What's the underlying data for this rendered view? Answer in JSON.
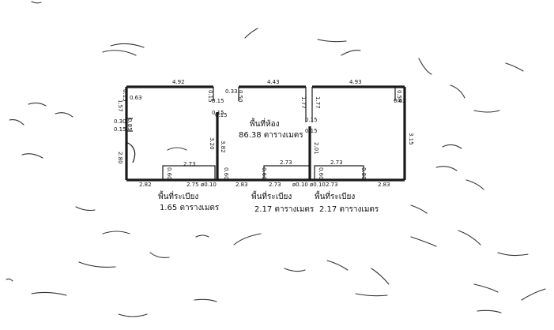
{
  "room": {
    "label_line1": "พื้นที่ห้อง",
    "label_line2": "86.38 ตารางเมตร"
  },
  "balconies": [
    {
      "line1": "พื้นที่ระเบียง",
      "line2": "1.65 ตารางเมตร"
    },
    {
      "line1": "พื้นที่ระเบียง",
      "line2": "2.17 ตารางเมตร"
    },
    {
      "line1": "พื้นที่ระเบียง",
      "line2": "2.17 ตารางเมตร"
    }
  ],
  "dimensions": {
    "top": [
      "4.92",
      "4.43",
      "4.93"
    ],
    "top_small": [
      "0.15",
      "0.15",
      "0.33",
      "0.50",
      "0.50",
      "0.15",
      "0.15"
    ],
    "left_side": [
      "0.63",
      "1.57",
      "0.30",
      "0.15",
      "0.85",
      "2.80"
    ],
    "right_side": [
      "0.63",
      "3.15"
    ],
    "center": [
      "1.77",
      "1.77",
      "0.15",
      "0.15",
      "3.20",
      "3.82",
      "2.01",
      "0.15"
    ],
    "balcony_widths": [
      "2.73",
      "2.73",
      "2.73"
    ],
    "balcony_depths": [
      "0.60",
      "0.60",
      "0.60",
      "0.60",
      "0.80"
    ],
    "bottom": [
      "2.82",
      "2.75",
      "ø0.10",
      "2.83",
      "2.73",
      "ø0.10",
      "ø0.10",
      "2.73",
      "2.83"
    ]
  }
}
